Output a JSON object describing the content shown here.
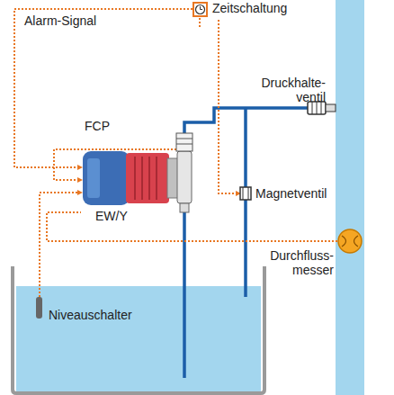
{
  "diagram": {
    "labels": [
      "Zeitschaltung",
      "Alarm-Signal",
      "Druckhalte- ventil",
      "FCP",
      "Magnetventil",
      "EW/Y",
      "Durchfluss- messer",
      "Niveauschalter"
    ]
  }
}
